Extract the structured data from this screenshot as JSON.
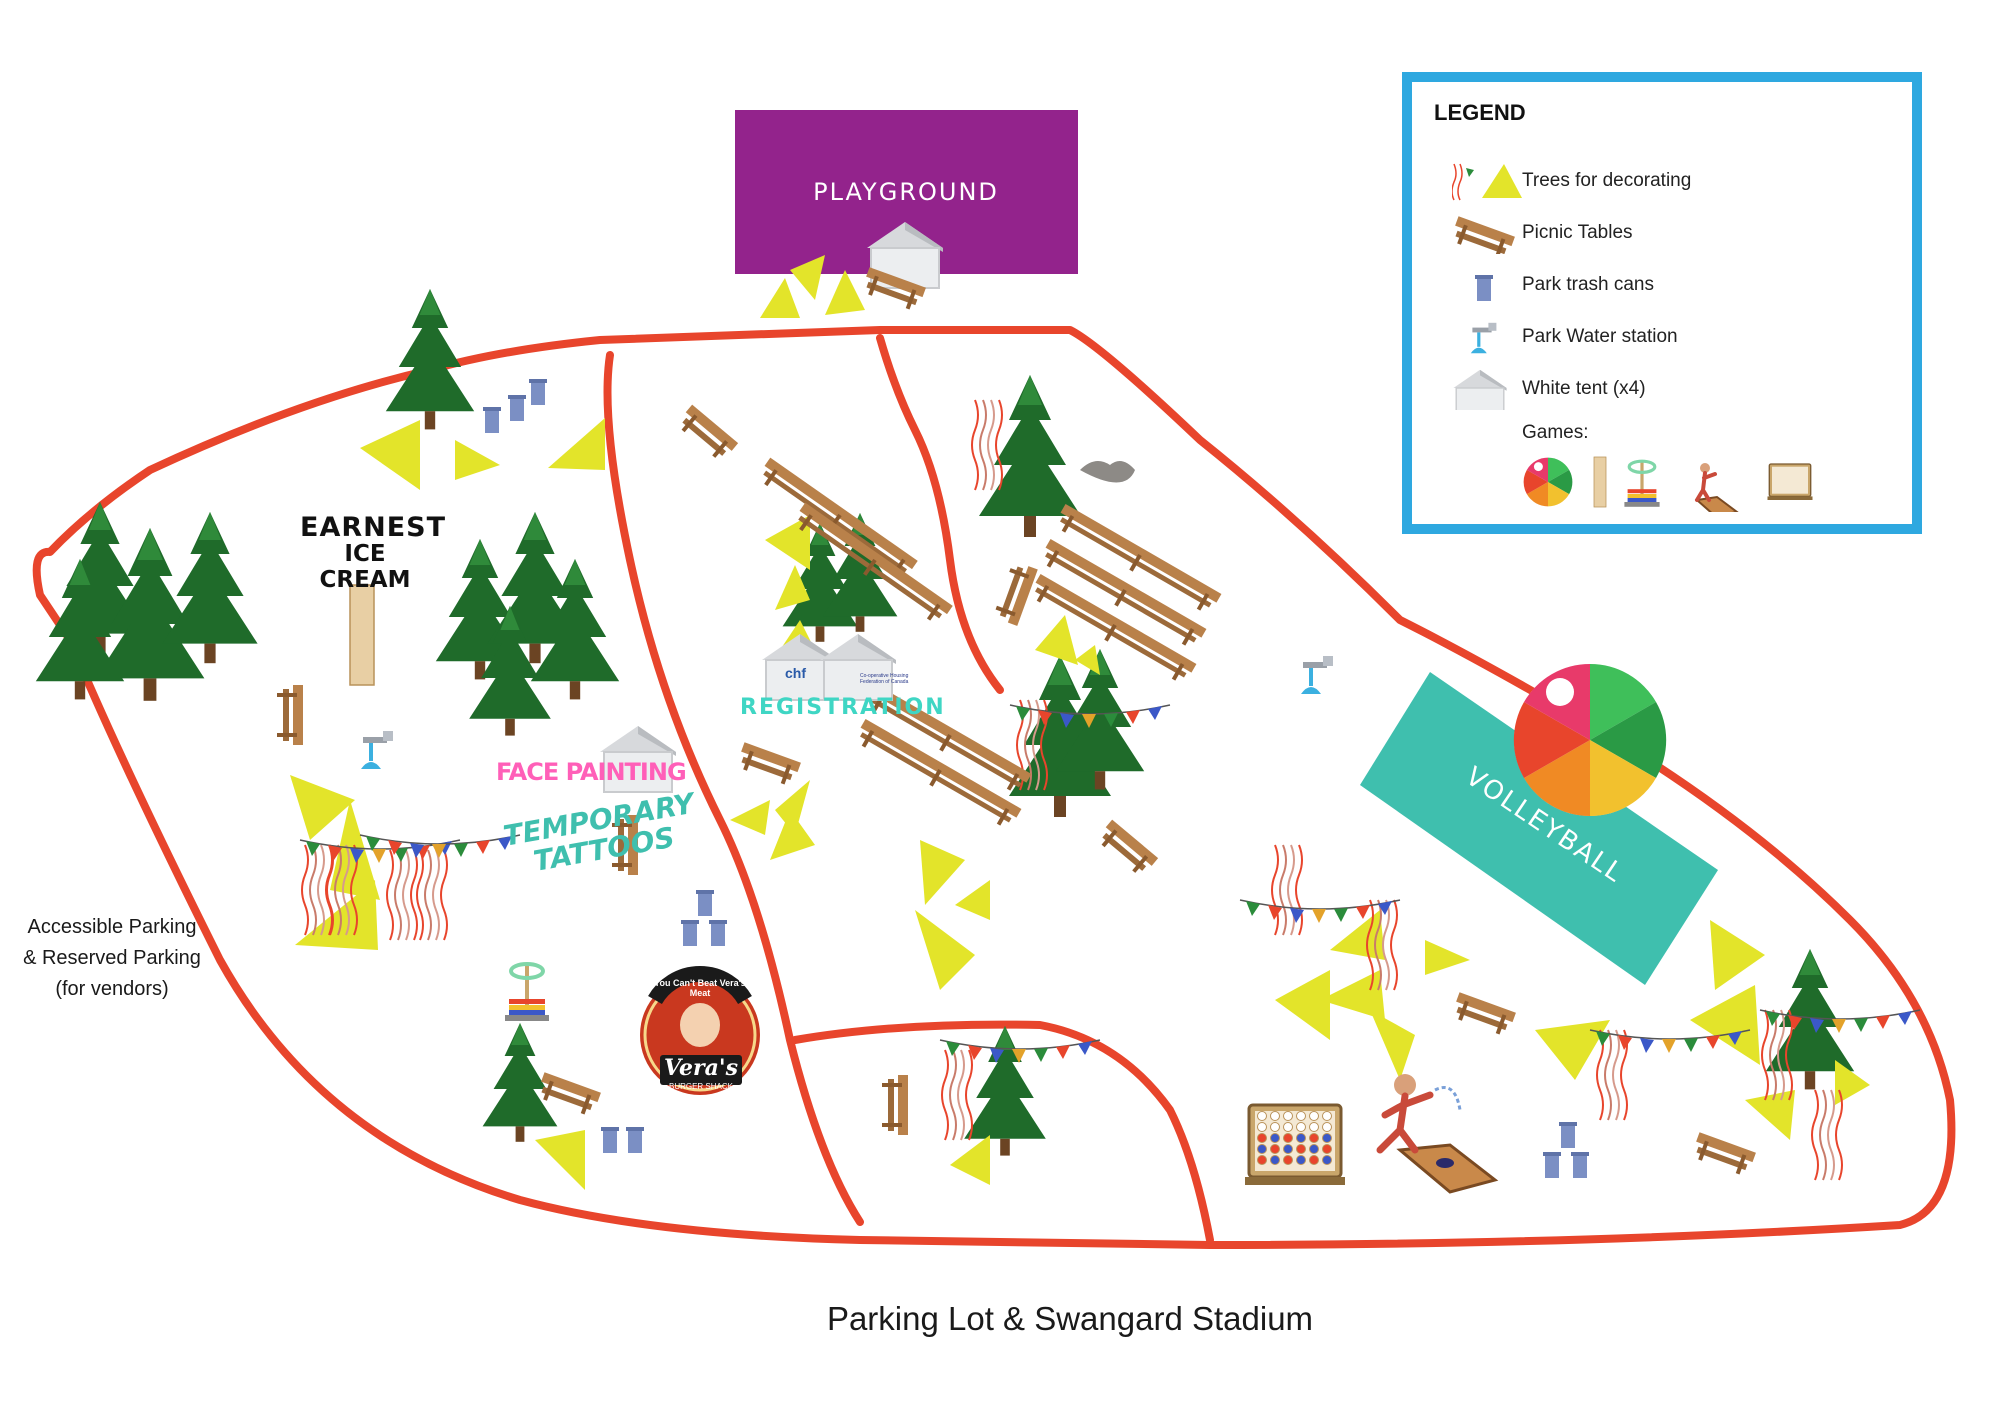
{
  "zones": {
    "playground": "PLAYGROUND",
    "volleyball": "VOLLEYBALL"
  },
  "vendors": {
    "earnest_line1": "EARNEST",
    "earnest_line2": "ICE CREAM",
    "face_painting": "FACE PAINTING",
    "temporary_tattoos_line1": "TEMPORARY",
    "temporary_tattoos_line2": "TATTOOS",
    "registration": "REGISTRATION",
    "veras_top": "You Can't Beat Vera's Meat",
    "veras_name": "Vera's",
    "veras_sub": "BURGER SHACK",
    "sponsor1": "chf",
    "sponsor2": "Co-operative Housing Federation of Canada"
  },
  "parking_note": {
    "line1": "Accessible Parking",
    "line2": "& Reserved Parking",
    "line3": "(for vendors)"
  },
  "bottom_label": "Parking Lot & Swangard Stadium",
  "legend": {
    "title": "LEGEND",
    "items": [
      {
        "label": "Trees for decorating",
        "icon": "decor-tree-icon"
      },
      {
        "label": "Picnic Tables",
        "icon": "picnic-table-icon"
      },
      {
        "label": "Park trash cans",
        "icon": "trash-can-icon"
      },
      {
        "label": "Park Water station",
        "icon": "water-tap-icon"
      },
      {
        "label": "White tent (x4)",
        "icon": "white-tent-icon"
      }
    ],
    "games_label": "Games:",
    "games": [
      "beach-ball-icon",
      "jenga-tower-icon",
      "ring-toss-icon",
      "cornhole-icon",
      "connect-four-icon"
    ]
  },
  "colors": {
    "path": "#e8452c",
    "playground": "#93238c",
    "volleyball": "#3fbfae",
    "decor_triangle": "#e3e42a",
    "legend_border": "#2ea8e0",
    "tree": "#1f6b2a",
    "table": "#b9814a",
    "trash": "#7b8fc4",
    "registration": "#3fd6c4",
    "face_painting": "#ff5fb8",
    "tattoos": "#3fbfae"
  }
}
